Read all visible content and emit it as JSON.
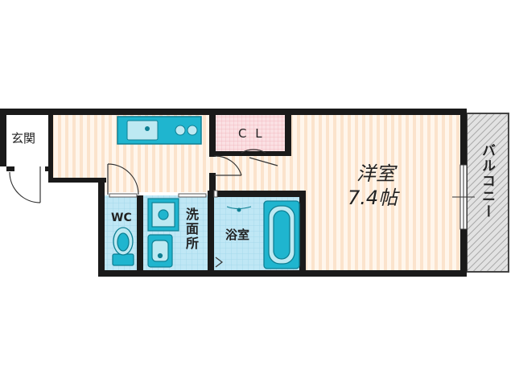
{
  "rooms": {
    "entrance": "玄関",
    "closet": "C L",
    "western_room": "洋室",
    "western_room_size": "7.4帖",
    "wc": "WC",
    "washroom": "洗面所",
    "bathroom": "浴室",
    "balcony": "バルコニー"
  },
  "colors": {
    "wall": "#1a1a1a",
    "floor_stripe": "#fbe3cc",
    "floor_base": "#fff6ec",
    "tile": "#bfe7f5",
    "fixture_cyan": "#1fb5cf",
    "closet_pink": "#f5c6cc",
    "balcony_hatch": "#bdbdbd"
  }
}
